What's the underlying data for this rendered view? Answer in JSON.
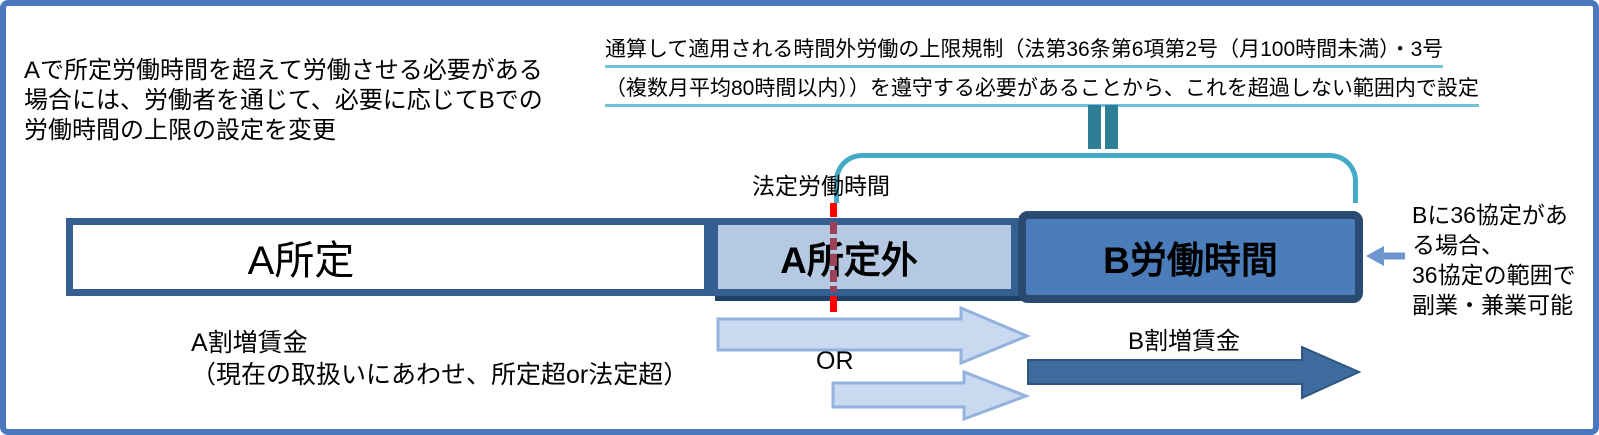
{
  "notes": {
    "top_left": {
      "lines": [
        "Aで所定労働時間を超えて労働させる必要がある",
        "場合には、労働者を通じて、必要に応じてBでの",
        "労働時間の上限の設定を変更"
      ]
    },
    "top_right": {
      "lines": [
        "通算して適用される時間外労働の上限規制（法第36条第6項第2号（月100時間未満）・3号",
        "（複数月平均80時間以内））を遵守する必要があることから、これを超過しない範囲内で設定"
      ]
    },
    "right_side": {
      "lines": [
        "Bに36協定があ",
        "る場合、",
        "36協定の範囲で",
        "副業・兼業可能"
      ]
    }
  },
  "bar": {
    "legal_hours_label": "法定労働時間",
    "segments": [
      {
        "label": "A所定",
        "fill": "#ffffff",
        "border": "#365f91"
      },
      {
        "label": "A所定外",
        "fill": "#b5c9e3",
        "border": "#365f91"
      },
      {
        "label": "B労働時間",
        "fill": "#4b7dba",
        "border": "#2b4a72"
      }
    ]
  },
  "premium": {
    "a_label_line1": "A割増賃金",
    "a_label_line2": "（現在の取扱いにあわせ、所定超or法定超）",
    "or_label": "OR",
    "b_label": "B割増賃金"
  },
  "colors": {
    "frame_border": "#4a77be",
    "underline": "#70c2da",
    "bracket": "#45a9c8",
    "equals_icon": "#2e7e96",
    "legal_line_red": "#ff0000",
    "legal_line_on_bar": "#9c4158",
    "segment_shadow": "#1f4066",
    "light_arrow_fill": "#c9daf0",
    "light_arrow_border": "#93b2dd",
    "dark_arrow_fill": "#3e6b9e",
    "dark_arrow_border": "#2f5681",
    "pointer_arrow": "#6e97cf"
  }
}
